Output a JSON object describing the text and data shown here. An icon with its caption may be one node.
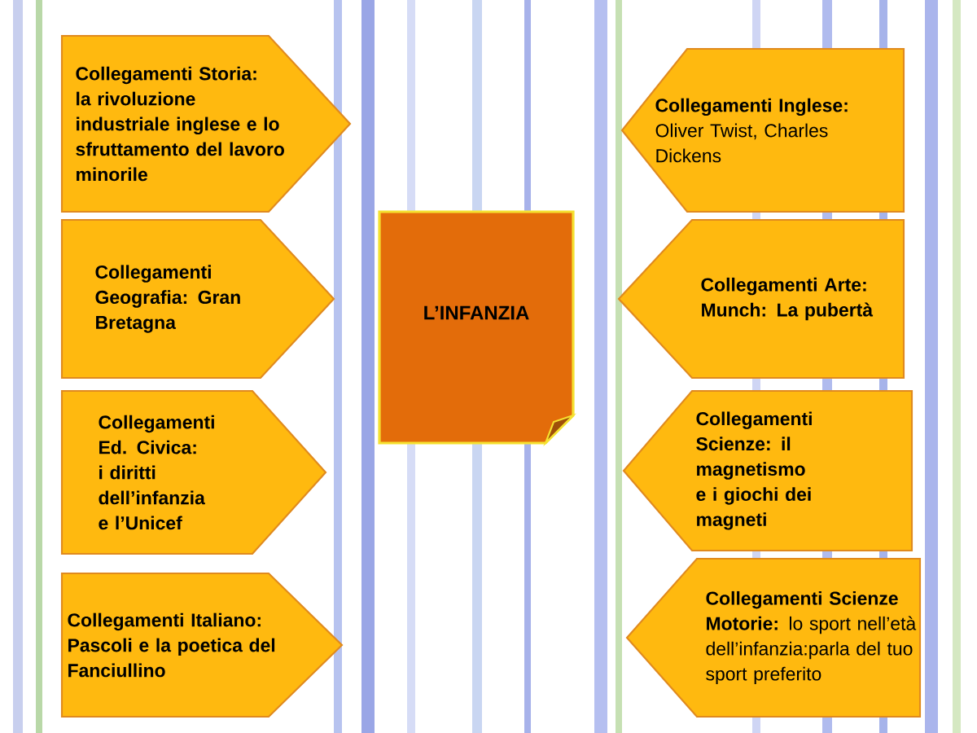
{
  "diagram": {
    "nodes": [
      {
        "text": [
          "Collegamenti Storia: la rivoluzione industriale inglese e lo sfruttamento del lavoro minorile"
        ]
      },
      {
        "text": [
          "Collegamenti Geografia: Gran Bretagna"
        ]
      },
      {
        "text": [
          "Collegamenti Ed. Civica: i diritti dell’infanzia e l’Unicef"
        ]
      },
      {
        "text": [
          "Collegamenti Italiano: Pascoli e la poetica del Fanciullino"
        ]
      },
      {
        "text": [
          "L’INFANZIA"
        ]
      },
      {
        "text": [
          "**Collegamenti Inglese:** Oliver Twist, Charles Dickens"
        ]
      },
      {
        "text": [
          "Collegamenti Arte: Munch: La pubertà"
        ]
      },
      {
        "text": [
          "Collegamenti Scienze: il magnetismo e i giochi dei magneti"
        ]
      },
      {
        "text": [
          "**Collegamenti Scienze Motorie:** lo sport nell’età dell’infanzia:parla del tuo sport preferito"
        ]
      }
    ]
  }
}
